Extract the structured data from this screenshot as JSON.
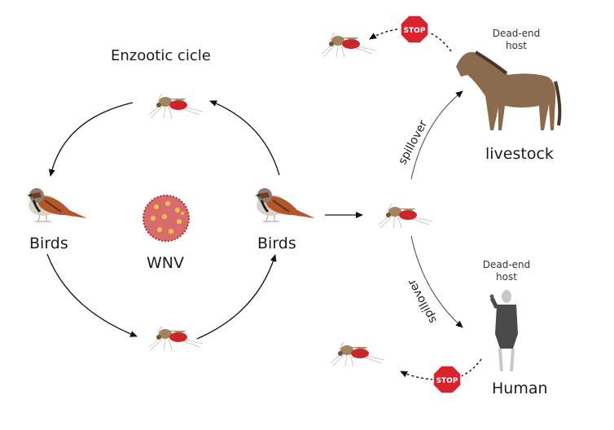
{
  "title": "Enzootic cicle",
  "labels": {
    "birds_left": "Birds",
    "birds_right": "Birds",
    "virus": "WNV",
    "livestock": "livestock",
    "human": "Human",
    "dead_end_livestock": "Dead-end host",
    "dead_end_human": "Dead-end host",
    "spillover_top": "spillover",
    "spillover_bottom": "spillover",
    "stop_top": "STOP",
    "stop_bottom": "STOP"
  },
  "colors": {
    "mosquito_body": "#a0855e",
    "mosquito_abdomen": "#c8262a",
    "bird_brown": "#b4562a",
    "horse": "#8b6b4e",
    "stop_red": "#d9232e",
    "virus_pink": "#d86b6b",
    "virus_spike": "#f2c14e",
    "human_suit": "#4a4a4a"
  }
}
